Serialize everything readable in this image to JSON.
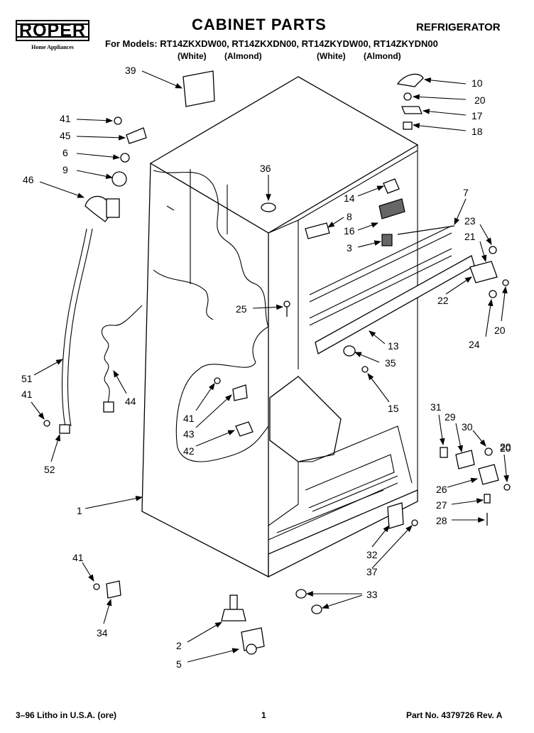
{
  "header": {
    "brand": "ROPER",
    "brand_tagline": "Home Appliances",
    "title": "CABINET PARTS",
    "appliance": "REFRIGERATOR",
    "models": "For Models: RT14ZKXDW00, RT14ZKXDN00, RT14ZKYDW00, RT14ZKYDN00",
    "colors": [
      "(White)",
      "(Almond)",
      "(White)",
      "(Almond)"
    ]
  },
  "diagram": {
    "callouts": [
      "39",
      "41",
      "45",
      "6",
      "9",
      "46",
      "36",
      "10",
      "20",
      "17",
      "18",
      "14",
      "8",
      "16",
      "3",
      "7",
      "23",
      "21",
      "22",
      "20",
      "24",
      "20",
      "25",
      "13",
      "35",
      "15",
      "51",
      "41",
      "52",
      "44",
      "41",
      "43",
      "42",
      "1",
      "31",
      "29",
      "30",
      "20",
      "26",
      "27",
      "28",
      "32",
      "37",
      "41",
      "34",
      "33",
      "2",
      "5"
    ]
  },
  "footer": {
    "left": "3–96 Litho in U.S.A. (ore)",
    "page": "1",
    "part_no": "Part No. 4379726 Rev. A"
  }
}
